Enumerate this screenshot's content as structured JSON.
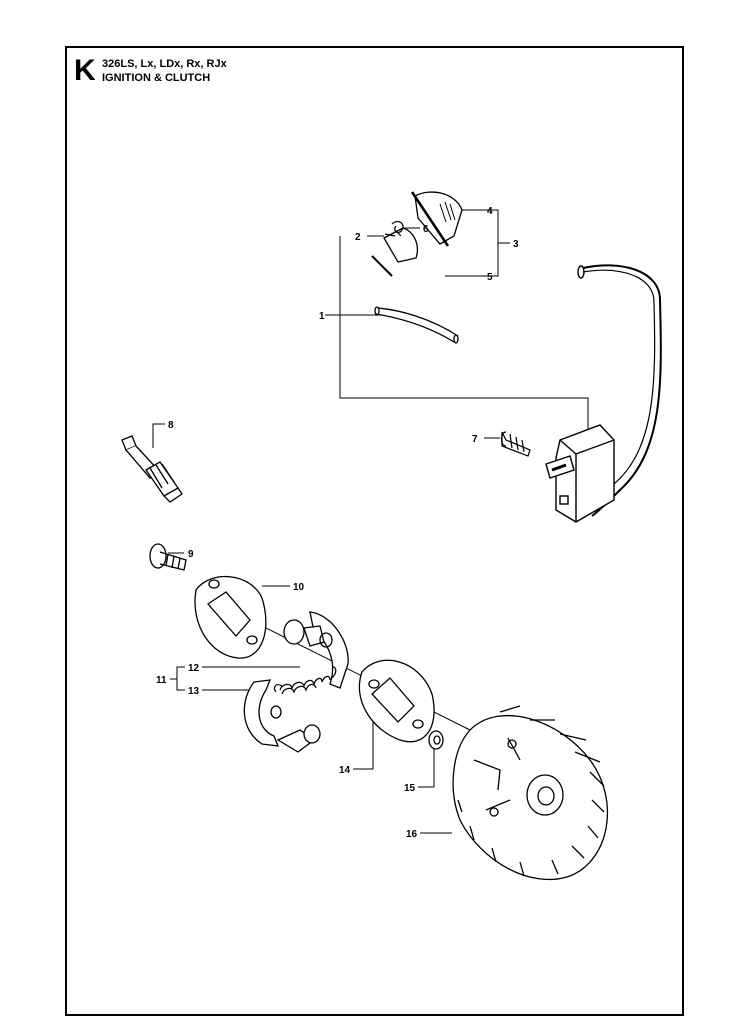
{
  "header": {
    "section_letter": "K",
    "models": "326LS, Lx, LDx, Rx, RJx",
    "title": "IGNITION & CLUTCH"
  },
  "callouts": {
    "c1": "1",
    "c2": "2",
    "c3": "3",
    "c4": "4",
    "c5": "5",
    "c6": "6",
    "c7": "7",
    "c8": "8",
    "c9": "9",
    "c10": "10",
    "c11": "11",
    "c12": "12",
    "c13": "13",
    "c14": "14",
    "c15": "15",
    "c16": "16"
  }
}
